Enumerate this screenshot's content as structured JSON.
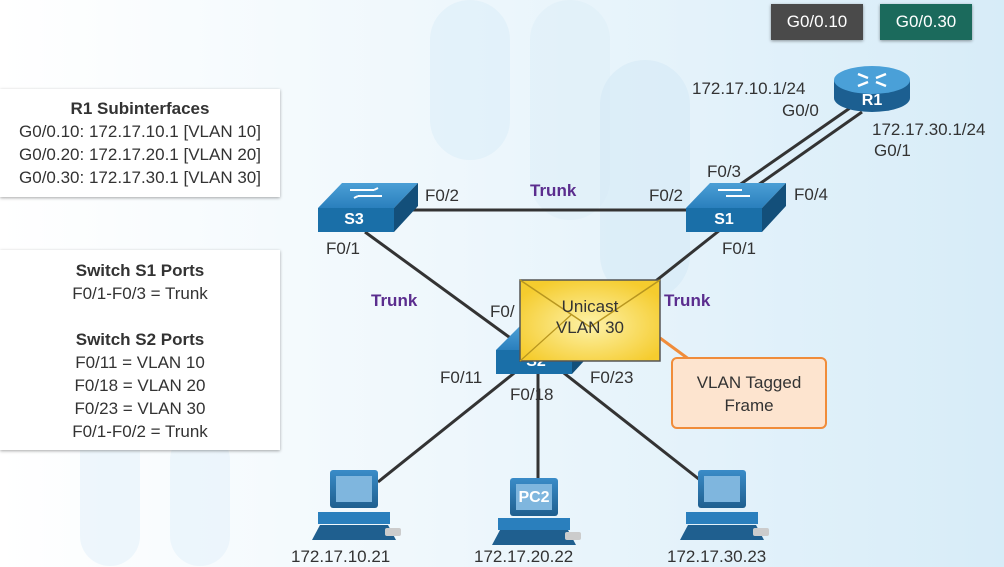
{
  "r1_box": {
    "title": "R1 Subinterfaces",
    "lines": [
      "G0/0.10: 172.17.10.1 [VLAN 10]",
      "G0/0.20: 172.17.20.1 [VLAN 20]",
      "G0/0.30: 172.17.30.1 [VLAN 30]"
    ]
  },
  "ports_box": {
    "s1_title": "Switch S1 Ports",
    "s1_lines": [
      "F0/1-F0/3 = Trunk"
    ],
    "s2_title": "Switch S2 Ports",
    "s2_lines": [
      "F0/11 = VLAN 10",
      "F0/18 = VLAN 20",
      "F0/23 = VLAN 30",
      "F0/1-F0/2 = Trunk"
    ]
  },
  "tabs": [
    "G0/0.10",
    "G0/0.30"
  ],
  "devices": {
    "r1": "R1",
    "s1": "S1",
    "s2": "S2",
    "s3": "S3",
    "pc2": "PC2"
  },
  "router_labels": {
    "ip_g00": "172.17.10.1/24",
    "port_g00": "G0/0",
    "ip_g01": "172.17.30.1/24",
    "port_g01": "G0/1"
  },
  "port_labels": {
    "s3_f02": "F0/2",
    "s3_f01": "F0/1",
    "s1_f02": "F0/2",
    "s1_f03": "F0/3",
    "s1_f04": "F0/4",
    "s1_f01": "F0/1",
    "s2_f01": "F0/",
    "s2_f011": "F0/11",
    "s2_f018": "F0/18",
    "s2_f023": "F0/23"
  },
  "trunk_label": "Trunk",
  "envelope": {
    "line1": "Unicast",
    "line2": "VLAN 30"
  },
  "frame_note": {
    "line1": "VLAN Tagged",
    "line2": "Frame"
  },
  "pcs": [
    "172.17.10.21",
    "172.17.20.22",
    "172.17.30.23"
  ],
  "colors": {
    "switch": "#1a6fa8",
    "router": "#1a6fa8",
    "trunk_text": "#5b2d8e",
    "envelope": "#f7d84a",
    "note_border": "#f08c3a"
  }
}
